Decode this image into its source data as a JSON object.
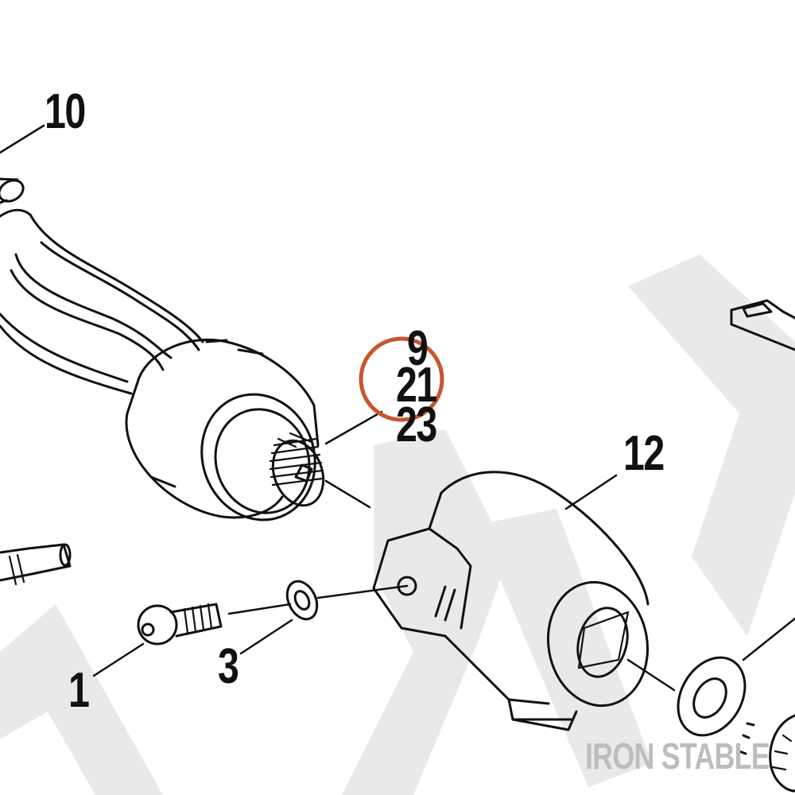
{
  "callouts": {
    "part_10": "10",
    "part_9": "9",
    "part_21": "21",
    "part_23": "23",
    "part_12": "12",
    "part_1": "1",
    "part_3": "3"
  },
  "highlight": {
    "target": "21",
    "color": "#c8552e"
  },
  "watermark": {
    "text": "IRON STABLE",
    "color": "#bdbdbd"
  },
  "colors": {
    "ink": "#111111",
    "background": "#ffffff",
    "bg_watermark": "#e6e6e6"
  }
}
